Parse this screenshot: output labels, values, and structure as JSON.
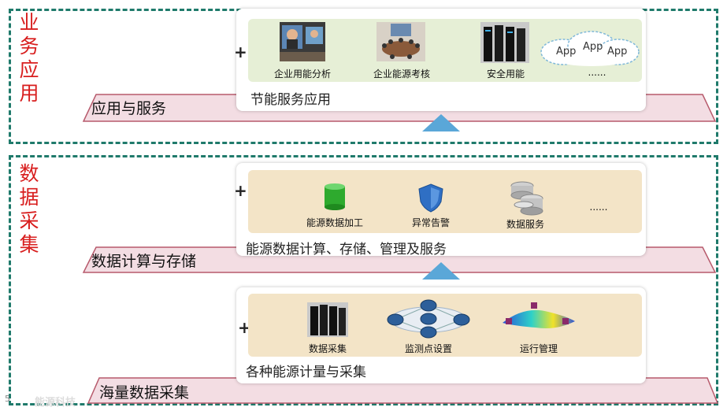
{
  "colors": {
    "dash": "#1f7a6b",
    "label_red": "#d81e1e",
    "band_fill": "#f3dde3",
    "band_stroke": "#b75a6c",
    "inner_green": "#e6efd6",
    "inner_beige": "#f3e4c7",
    "arrow_blue": "#5aa7d8"
  },
  "zones": {
    "top_label": [
      "业",
      "务",
      "应",
      "用"
    ],
    "bottom_label": [
      "数",
      "据",
      "采",
      "集"
    ]
  },
  "layers": [
    {
      "band_title": "应用与服务",
      "card_title": "节能服务应用",
      "plus": "+",
      "items": [
        {
          "icon": "video-conference-icon",
          "label": "企业用能分析"
        },
        {
          "icon": "meeting-room-icon",
          "label": "企业能源考核"
        },
        {
          "icon": "server-rack-icon",
          "label": "安全用能"
        },
        {
          "icon": "app-cloud-icon",
          "label": "......",
          "cloud_text": [
            "App",
            "App",
            "App"
          ]
        }
      ]
    },
    {
      "band_title": "数据计算与存储",
      "card_title": "能源数据计算、存储、管理及服务",
      "plus": "+",
      "items": [
        {
          "icon": "database-cylinder-icon",
          "label": "能源数据加工"
        },
        {
          "icon": "shield-icon",
          "label": "异常告警"
        },
        {
          "icon": "database-stack-icon",
          "label": "数据服务"
        },
        {
          "icon": "ellipsis",
          "label": "......"
        }
      ]
    },
    {
      "band_title": "海量数据采集",
      "card_title": "各种能源计量与采集",
      "plus": "+",
      "items": [
        {
          "icon": "server-rack-icon",
          "label": "数据采集"
        },
        {
          "icon": "network-nodes-icon",
          "label": "监测点设置"
        },
        {
          "icon": "heatmap-plane-icon",
          "label": "运行管理"
        }
      ]
    }
  ],
  "footer": {
    "page_number": "5",
    "watermark": "能源科技"
  }
}
